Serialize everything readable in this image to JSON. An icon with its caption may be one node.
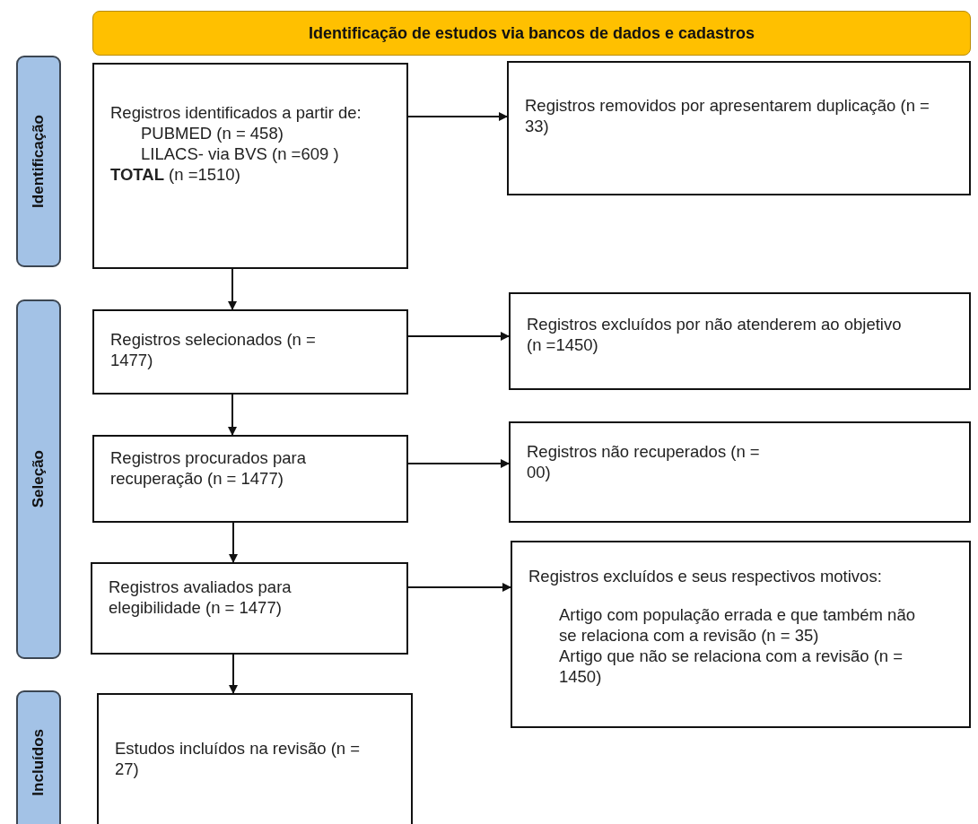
{
  "diagram": {
    "nodes": [
      {
        "text": [
          "Identificação de estudos via bancos de dados e cadastros"
        ]
      },
      {
        "text": [
          "Identificação"
        ]
      },
      {
        "text": [
          "Registros identificados a partir de:",
          "PUBMED (n = 458)",
          "LILACS- via BVS (n =609 )",
          "**TOTAL** (n =1510)"
        ]
      },
      {
        "text": [
          "Registros removidos por apresentarem duplicação (n = 33)"
        ]
      },
      {
        "text": [
          "Seleção"
        ]
      },
      {
        "text": [
          "Registros selecionados (n = 1477)"
        ]
      },
      {
        "text": [
          "Registros excluídos por não atenderem ao objetivo (n =1450)"
        ]
      },
      {
        "text": [
          "Registros procurados para recuperação (n = 1477)"
        ]
      },
      {
        "text": [
          "Registros não recuperados (n = 00)"
        ]
      },
      {
        "text": [
          "Registros avaliados para elegibilidade (n = 1477)"
        ]
      },
      {
        "text": [
          "Registros excluídos e seus respectivos motivos:",
          "Artigo com população errada e que também não se relaciona com a revisão (n = 35)",
          "Artigo que não se relaciona com a revisão (n = 1450)"
        ]
      },
      {
        "text": [
          "Incluídos"
        ]
      },
      {
        "text": [
          "Estudos incluídos na revisão (n = 27)"
        ]
      }
    ],
    "edges": [
      {
        "from": 2,
        "to": 3,
        "arrow": "to"
      },
      {
        "from": 2,
        "to": 5,
        "arrow": "to"
      },
      {
        "from": 5,
        "to": 6,
        "arrow": "to"
      },
      {
        "from": 5,
        "to": 7,
        "arrow": "to"
      },
      {
        "from": 7,
        "to": 8,
        "arrow": "to"
      },
      {
        "from": 7,
        "to": 9,
        "arrow": "to"
      },
      {
        "from": 9,
        "to": 10,
        "arrow": "to"
      },
      {
        "from": 9,
        "to": 12,
        "arrow": "to"
      }
    ]
  }
}
